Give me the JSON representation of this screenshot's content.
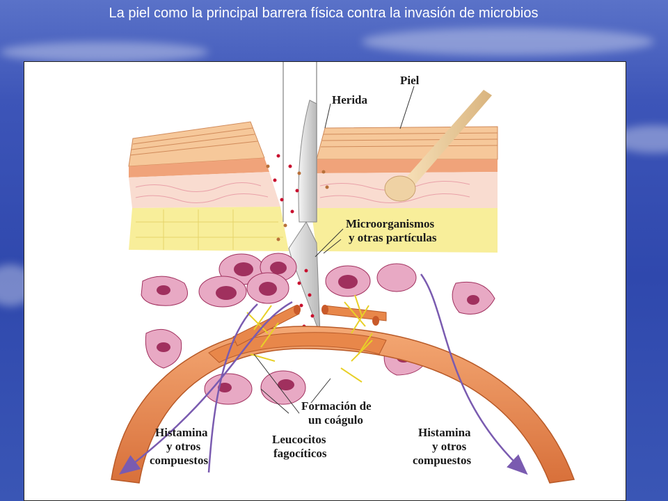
{
  "slide": {
    "title": "La piel como la principal barrera física contra la invasión de microbios"
  },
  "diagram": {
    "labels": {
      "skin": "Piel",
      "wound": "Herida",
      "microorganisms_line1": "Microorganismos",
      "microorganisms_line2": "y otras partículas",
      "clot_line1": "Formación de",
      "clot_line2": "un coágulo",
      "histamine_left_line1": "Histamina",
      "histamine_left_line2": "y otros",
      "histamine_left_line3": "compuestos",
      "leukocytes_line1": "Leucocitos",
      "leukocytes_line2": "fagocíticos",
      "histamine_right_line1": "Histamina",
      "histamine_right_line2": "y otros",
      "histamine_right_line3": "compuestos"
    },
    "colors": {
      "epidermis": "#f6c89a",
      "dermis": "#f9dcd0",
      "fat": "#f8ee9a",
      "vessel": "#e8874a",
      "cell": "#e8a9c4",
      "nucleus": "#a0305e",
      "blood": "#c8102e",
      "fibrin": "#e8d028",
      "arrow": "#7a5bb0"
    }
  }
}
